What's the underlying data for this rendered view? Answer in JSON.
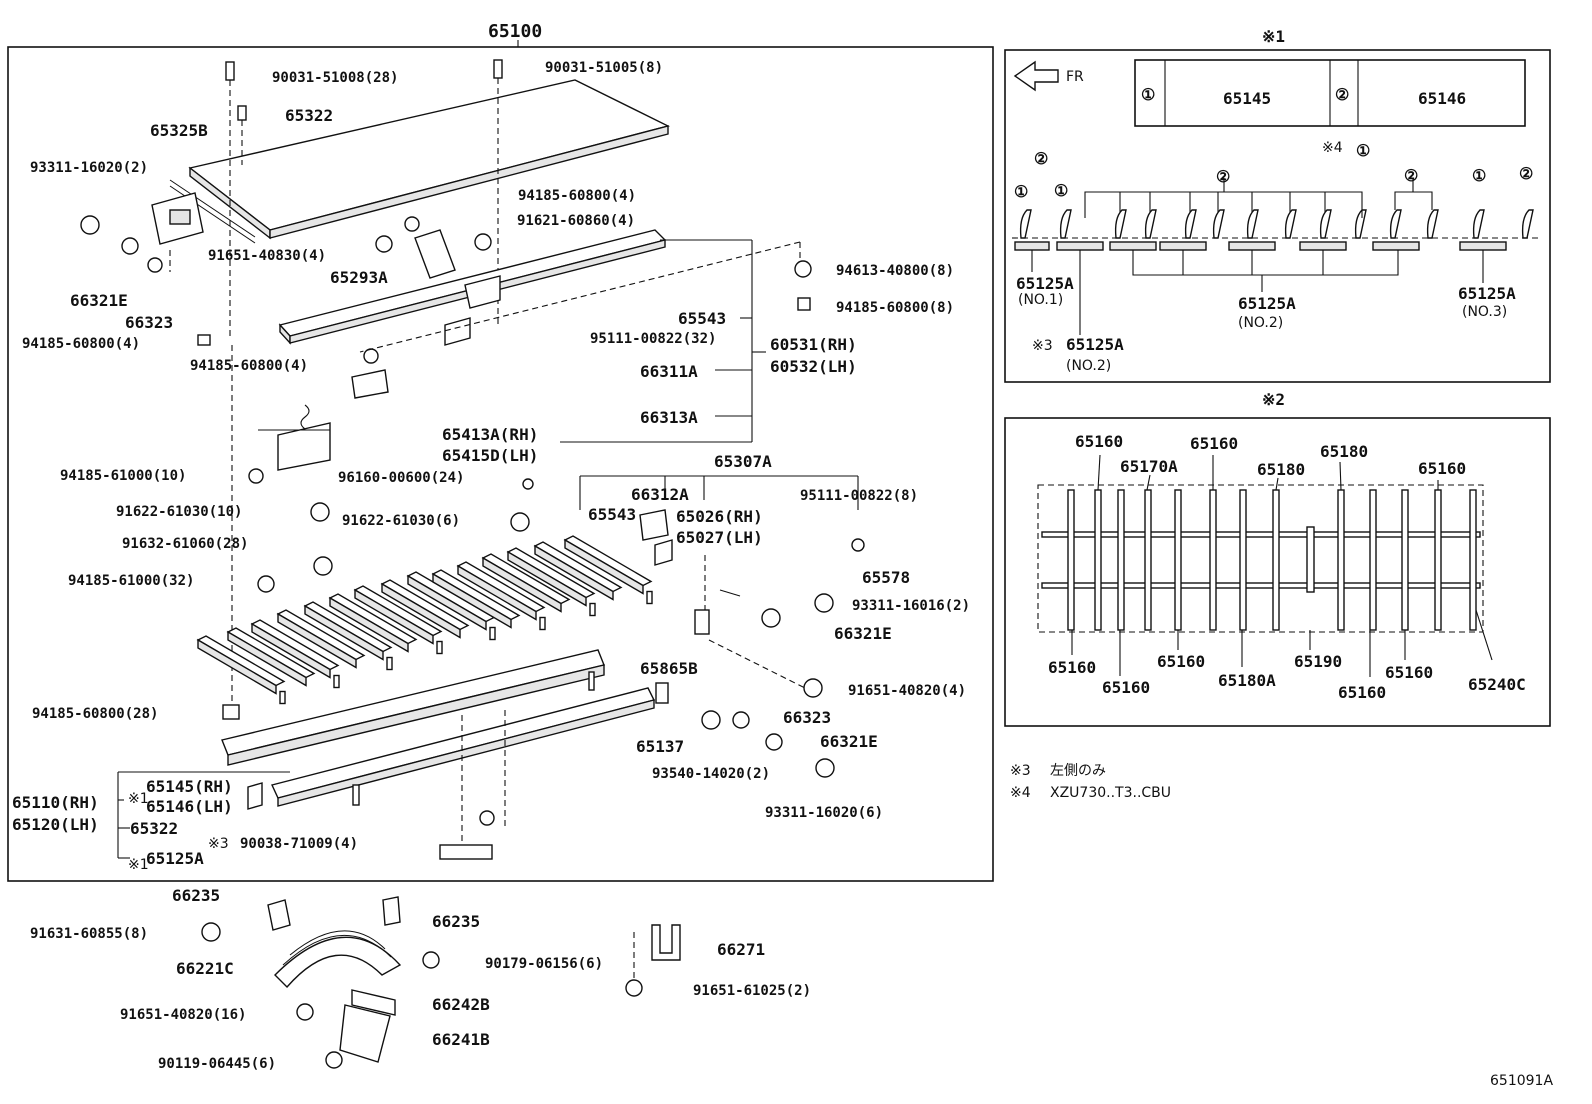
{
  "diagram": {
    "ref": "651091A",
    "main_frame_part": "65100",
    "notes": [
      {
        "mark": "※3",
        "text": "左側のみ"
      },
      {
        "mark": "※4",
        "text": "XZU730..T3..CBU"
      }
    ],
    "callouts": [
      "90031-51008(28)",
      "90031-51005(8)",
      "65322",
      "65325B",
      "93311-16020(2)",
      "94185-60800(4)",
      "91621-60860(4)",
      "91651-40830(4)",
      "65293A",
      "66321E",
      "66323",
      "94185-60800(4)",
      "94613-40800(8)",
      "94185-60800(8)",
      "65543",
      "95111-00822(32)",
      "60531(RH)",
      "60532(LH)",
      "94185-60800(4)",
      "66311A",
      "66313A",
      "65413A(RH)",
      "65415D(LH)",
      "94185-61000(10)",
      "96160-00600(24)",
      "65307A",
      "91622-61030(10)",
      "66312A",
      "95111-00822(8)",
      "91622-61030(6)",
      "65543",
      "65026(RH)",
      "65027(LH)",
      "91632-61060(28)",
      "94185-61000(32)",
      "65578",
      "93311-16016(2)",
      "66321E",
      "65865B",
      "94185-60800(28)",
      "91651-40820(4)",
      "66323",
      "65137",
      "66321E",
      "65145(RH)",
      "65146(LH)",
      "65110(RH)",
      "65120(LH)",
      "93540-14020(2)",
      "65322",
      "90038-71009(4)",
      "93311-16020(6)",
      "65125A",
      "66235",
      "66235",
      "91631-60855(8)",
      "90179-06156(6)",
      "66271",
      "66221C",
      "91651-61025(2)",
      "66242B",
      "91651-40820(16)",
      "66241B",
      "90119-06445(6)"
    ],
    "marks": {
      "m1": "※1",
      "m2": "※2",
      "m3": "※3",
      "m4": "※4"
    },
    "detail1": {
      "title": "※1",
      "fr": "FR",
      "key": [
        {
          "num": "①",
          "part": "65145"
        },
        {
          "num": "②",
          "part": "65146"
        }
      ],
      "circle_one": "①",
      "circle_two": "②",
      "labels": [
        "65125A",
        "(NO.1)",
        "65125A",
        "(NO.2)",
        "65125A",
        "(NO.3)",
        "65125A",
        "(NO.2)"
      ]
    },
    "detail2": {
      "title": "※2",
      "labels": [
        "65160",
        "65170A",
        "65160",
        "65180",
        "65180",
        "65160",
        "65160",
        "65160",
        "65160",
        "65180A",
        "65190",
        "65160",
        "65160",
        "65240C"
      ]
    }
  }
}
